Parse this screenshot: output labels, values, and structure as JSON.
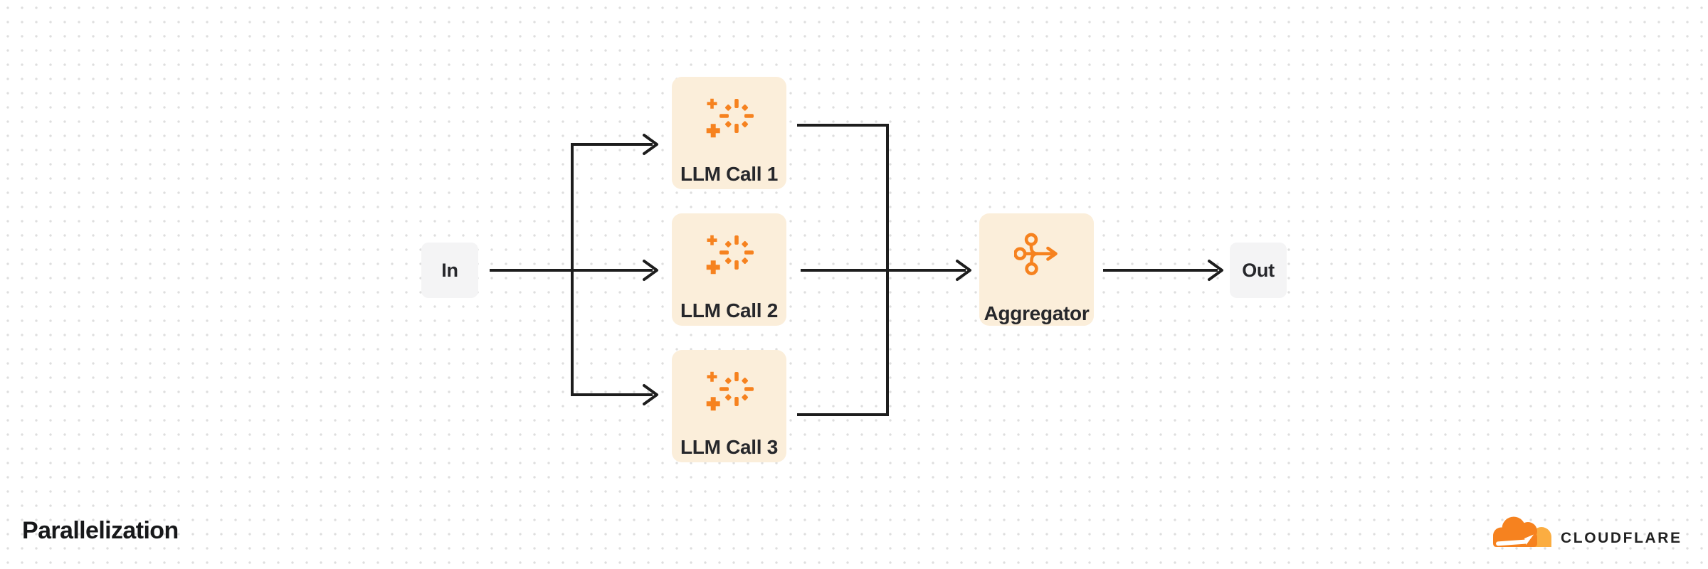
{
  "title": "Parallelization",
  "brand": {
    "wordmark": "CLOUDFLARE",
    "logo_icon": "cloudflare-cloud-icon"
  },
  "diagram": {
    "nodes": [
      {
        "id": "in",
        "label": "In",
        "type": "endpoint",
        "icon": null
      },
      {
        "id": "llm-call-1",
        "label": "LLM Call 1",
        "type": "llm",
        "icon": "sparkle-icon"
      },
      {
        "id": "llm-call-2",
        "label": "LLM Call 2",
        "type": "llm",
        "icon": "sparkle-icon"
      },
      {
        "id": "llm-call-3",
        "label": "LLM Call 3",
        "type": "llm",
        "icon": "sparkle-icon"
      },
      {
        "id": "aggregator",
        "label": "Aggregator",
        "type": "process",
        "icon": "merge-arrow-icon"
      },
      {
        "id": "out",
        "label": "Out",
        "type": "endpoint",
        "icon": null
      }
    ],
    "edges": [
      {
        "from": "in",
        "to": "llm-call-1"
      },
      {
        "from": "in",
        "to": "llm-call-2"
      },
      {
        "from": "in",
        "to": "llm-call-3"
      },
      {
        "from": "llm-call-1",
        "to": "aggregator"
      },
      {
        "from": "llm-call-2",
        "to": "aggregator"
      },
      {
        "from": "llm-call-3",
        "to": "aggregator"
      },
      {
        "from": "aggregator",
        "to": "out"
      }
    ]
  },
  "colors": {
    "accent_orange": "#F6821F",
    "accent_orange_light": "#FBAD41",
    "node_cream": "#FBEEDA",
    "node_gray": "#F4F4F5",
    "line": "#1D1D1D",
    "dot_grid": "#DEDEDE",
    "text": "#26272B",
    "background": "#FFFFFF"
  }
}
